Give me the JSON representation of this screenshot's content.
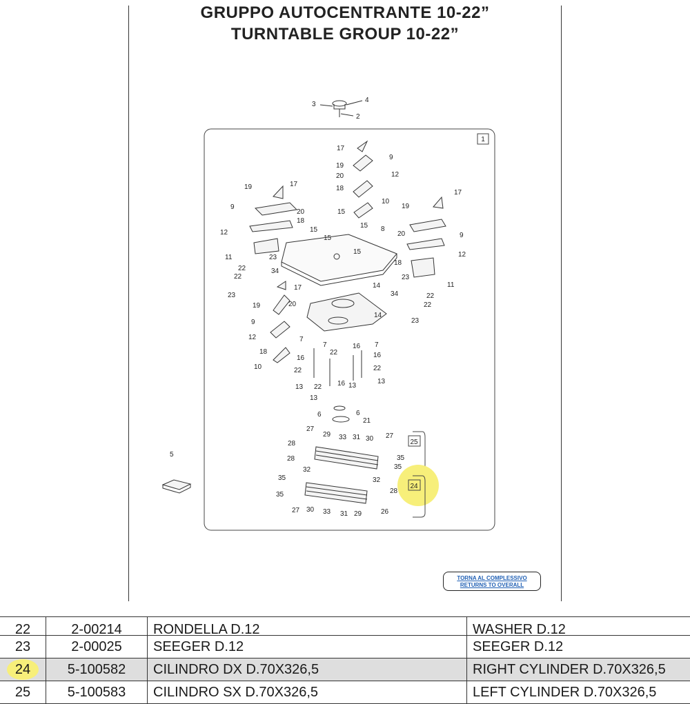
{
  "title": {
    "line1": "GRUPPO AUTOCENTRANTE 10-22”",
    "line2": "TURNTABLE GROUP 10-22”"
  },
  "diagram": {
    "frame_label": "1",
    "sub_labels": [
      "25",
      "24"
    ],
    "highlighted_callout": "24"
  },
  "back_button": {
    "line1": "TORNA AL COMPLESSIVO",
    "line2": "RETURNS TO OVERALL"
  },
  "parts_table": {
    "highlight_color": "#f7ef7a",
    "rows": [
      {
        "pos": "22",
        "code": "2-00214",
        "desc_it": "RONDELLA D.12",
        "desc_en": "WASHER D.12"
      },
      {
        "pos": "23",
        "code": "2-00025",
        "desc_it": "SEEGER D.12",
        "desc_en": "SEEGER D.12"
      },
      {
        "pos": "24",
        "code": "5-100582",
        "desc_it": "CILINDRO DX D.70X326,5",
        "desc_en": "RIGHT CYLINDER D.70X326,5"
      },
      {
        "pos": "25",
        "code": "5-100583",
        "desc_it": "CILINDRO SX D.70X326,5",
        "desc_en": "LEFT CYLINDER D.70X326,5"
      }
    ]
  }
}
